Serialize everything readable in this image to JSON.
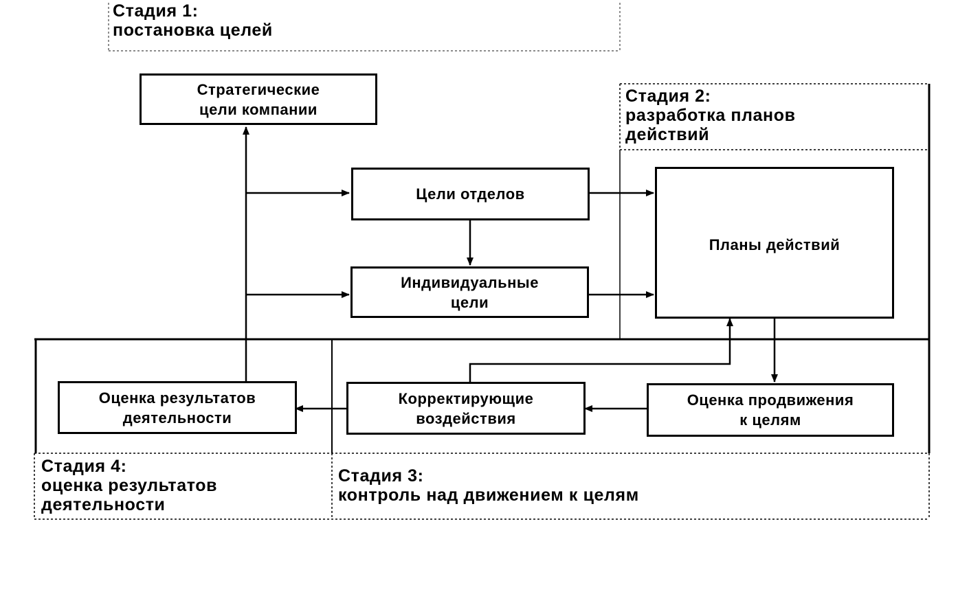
{
  "stages": {
    "s1": {
      "title": "Стадия 1:",
      "subtitle": "постановка целей"
    },
    "s2": {
      "title": "Стадия 2:",
      "subtitle_line1": "разработка планов",
      "subtitle_line2": "действий"
    },
    "s3": {
      "title": "Стадия 3:",
      "subtitle": "контроль над движением к целям"
    },
    "s4": {
      "title": "Стадия 4:",
      "subtitle_line1": "оценка результатов",
      "subtitle_line2": "деятельности"
    }
  },
  "nodes": {
    "strategic": {
      "line1": "Стратегические",
      "line2": "цели компании"
    },
    "dept": {
      "line1": "Цели отделов"
    },
    "individual": {
      "line1": "Индивидуальные",
      "line2": "цели"
    },
    "plans": {
      "line1": "Планы действий"
    },
    "progress": {
      "line1": "Оценка продвижения",
      "line2": "к целям"
    },
    "corrective": {
      "line1": "Корректирующие",
      "line2": "воздействия"
    },
    "results": {
      "line1": "Оценка результатов",
      "line2": "деятельности"
    }
  }
}
